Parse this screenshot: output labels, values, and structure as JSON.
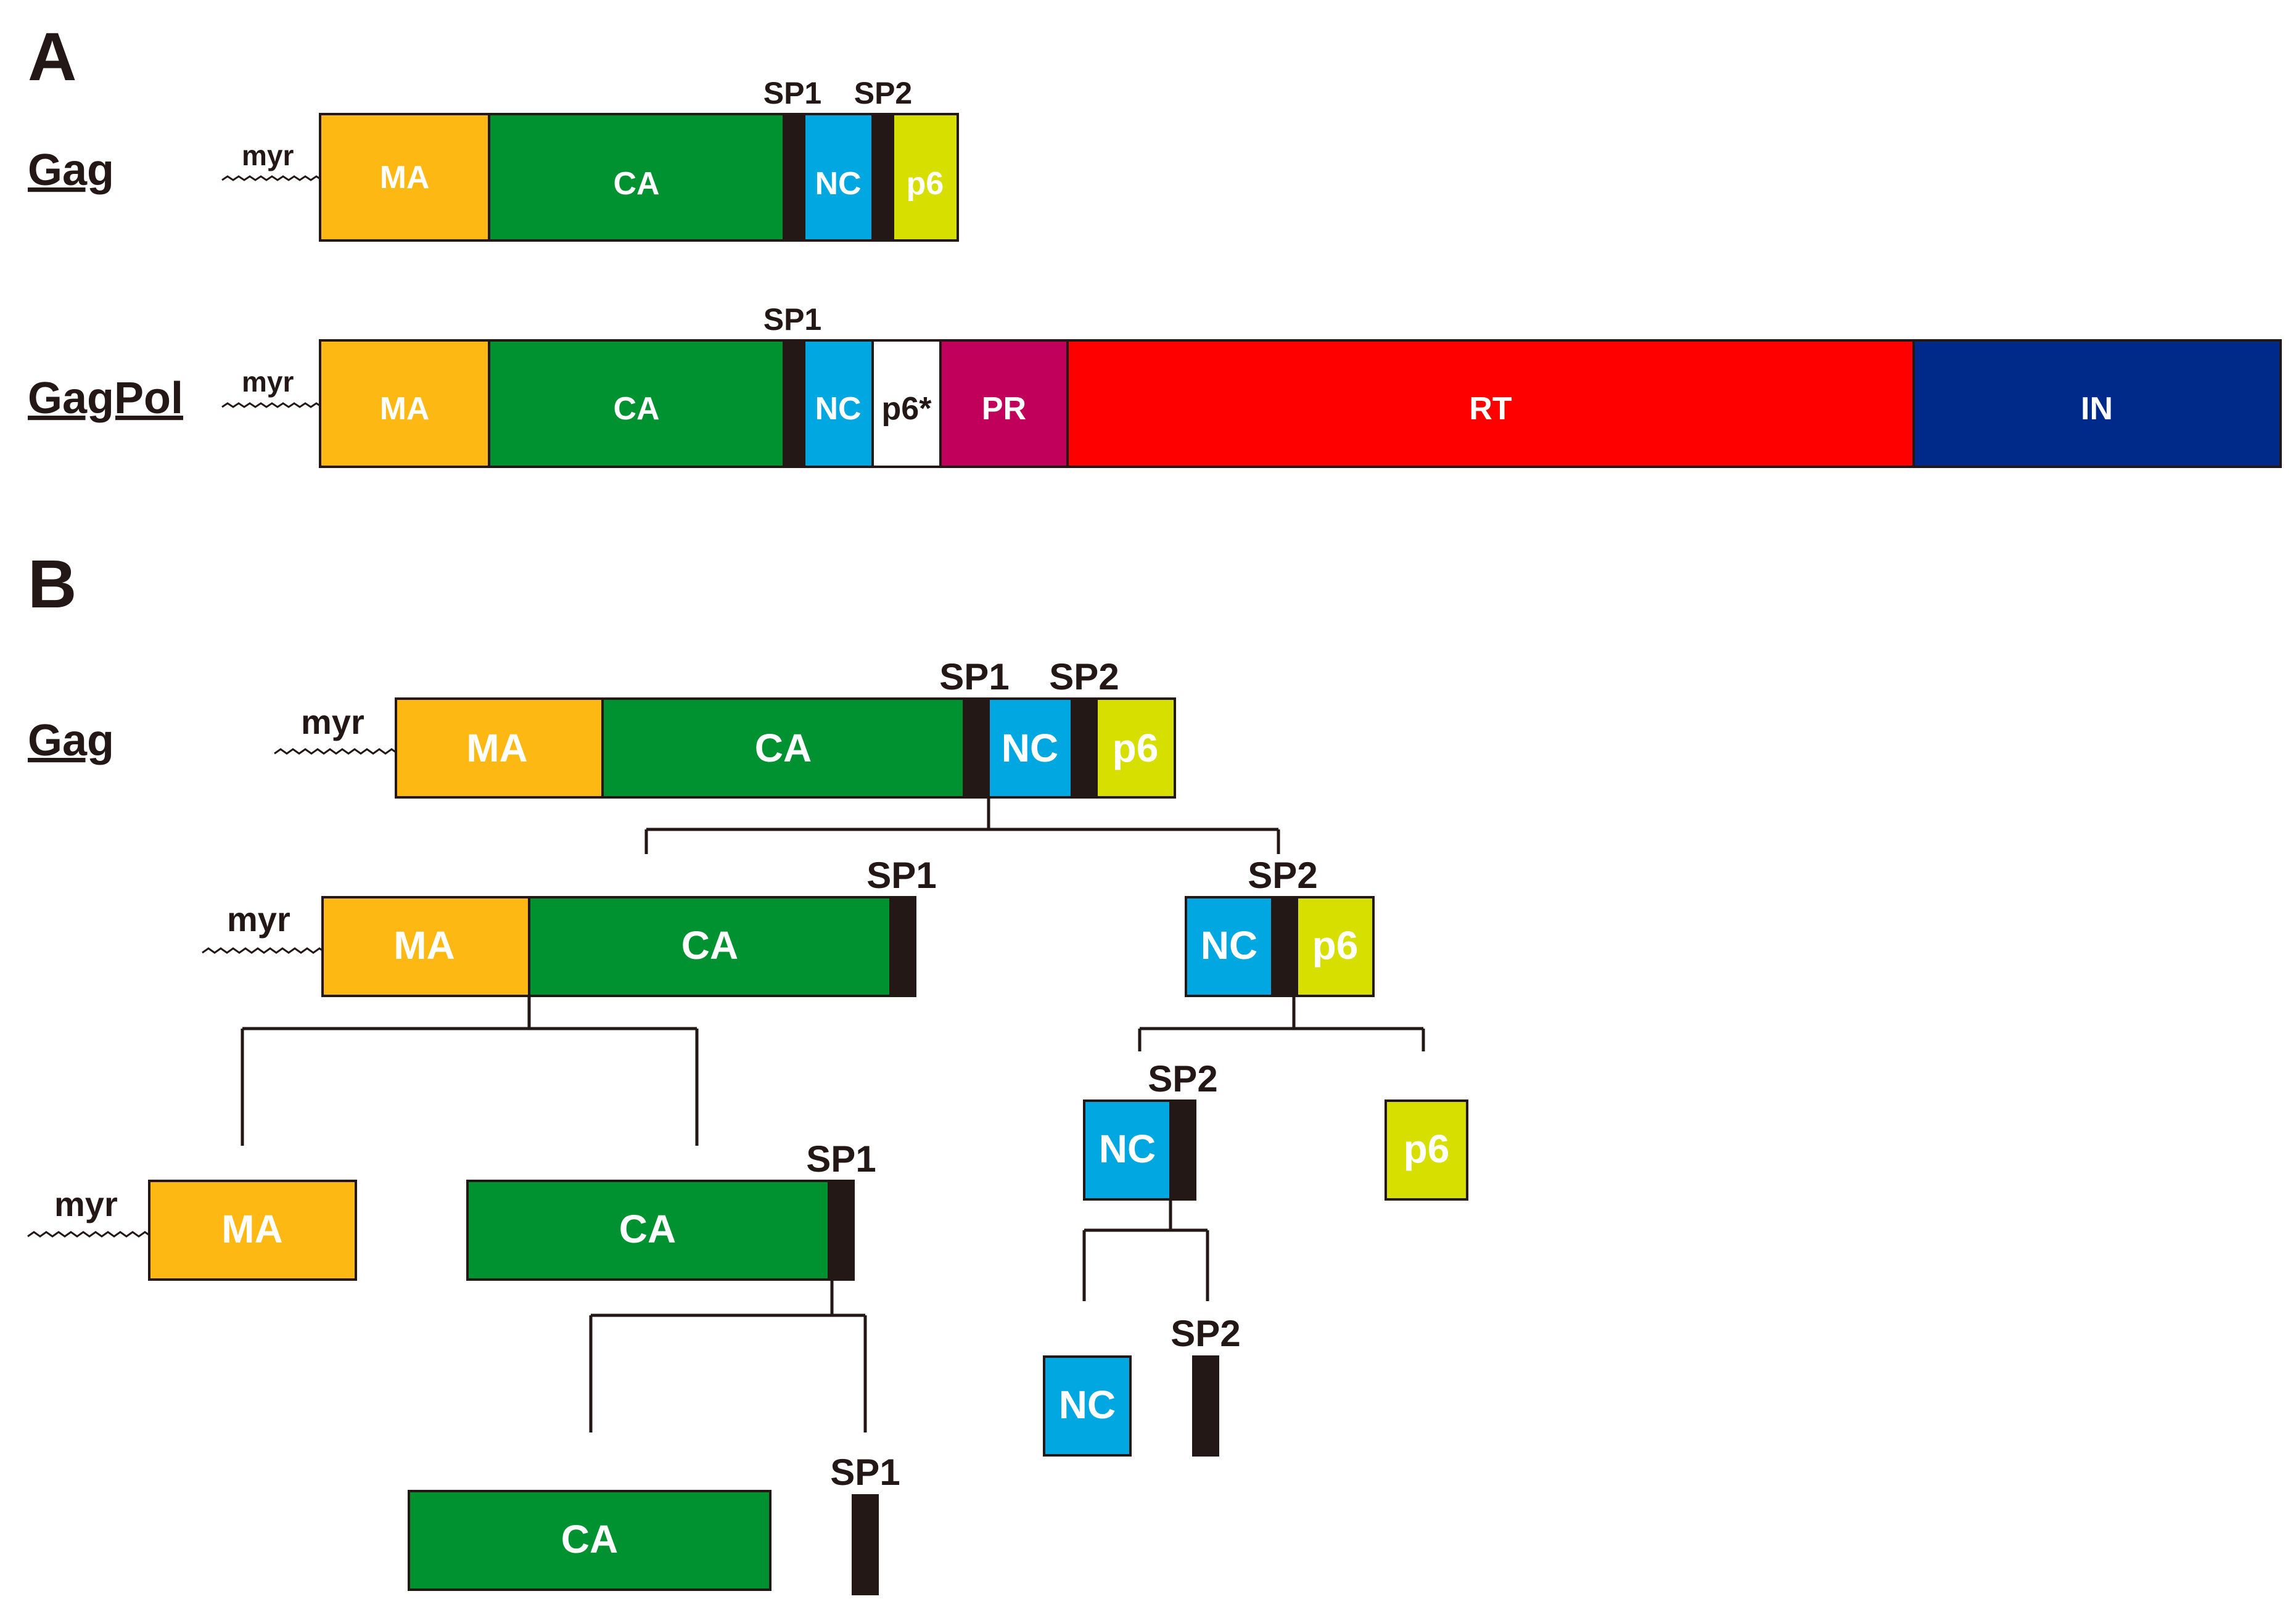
{
  "panels": {
    "a": "A",
    "b": "B"
  },
  "proteins": {
    "gag": "Gag",
    "gagpol": "GagPol"
  },
  "myr": "myr",
  "segments": {
    "ma": "MA",
    "ca": "CA",
    "nc": "NC",
    "p6": "p6",
    "p6star": "p6*",
    "pr": "PR",
    "rt": "RT",
    "in": "IN",
    "sp1": "SP1",
    "sp2": "SP2"
  },
  "colors": {
    "ma": "#FDB813",
    "ca": "#009130",
    "nc": "#00A7E1",
    "p6": "#D7DF00",
    "p6star": "#FFFFFF",
    "pr": "#C1005B",
    "rt": "#FF0000",
    "in": "#002A8A",
    "spacer": "#231815"
  }
}
